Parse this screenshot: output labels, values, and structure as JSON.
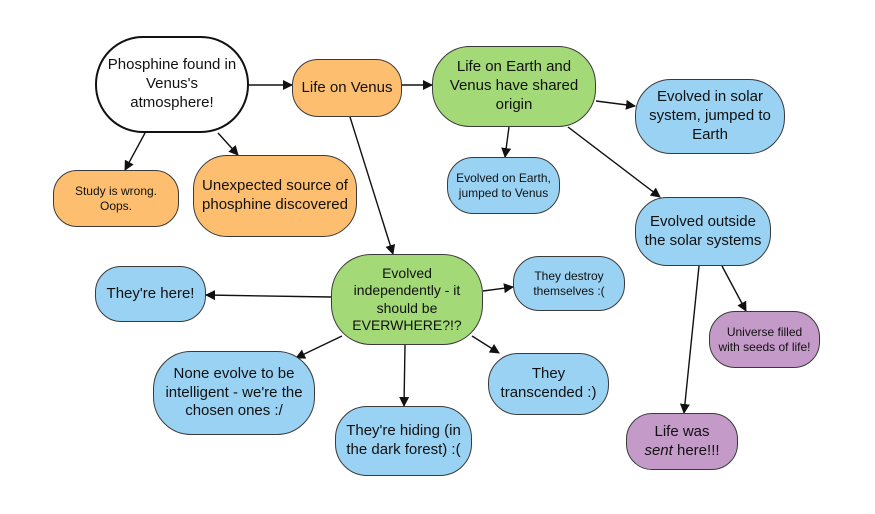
{
  "nodes": {
    "phosphine": "Phosphine found in Venus's atmosphere!",
    "life_on_venus": "Life on Venus",
    "shared_origin": "Life on Earth and Venus have shared origin",
    "solar_system": "Evolved in solar system, jumped to Earth",
    "study_wrong": "Study is wrong. Oops.",
    "unexpected": "Unexpected source of phosphine discovered",
    "earth_to_venus": "Evolved on Earth, jumped to Venus",
    "outside": "Evolved outside the solar systems",
    "independent": "Evolved independently - it should be EVERWHERE?!?",
    "here": "They're here!",
    "destroy": "They destroy themselves :(",
    "universe": "Universe filled with seeds of life!",
    "transcended": "They transcended :)",
    "none_evolve": "None evolve to be intelligent - we're the chosen ones :/",
    "hiding": "They're hiding (in the dark forest) :(",
    "life_was": "Life was",
    "sent": "sent",
    "here_end": "here!!!"
  },
  "colors": {
    "root": "#ffffff",
    "orange": "#fdbf6f",
    "green": "#a3d977",
    "blue": "#9ad2f3",
    "purple": "#c49ac9"
  }
}
